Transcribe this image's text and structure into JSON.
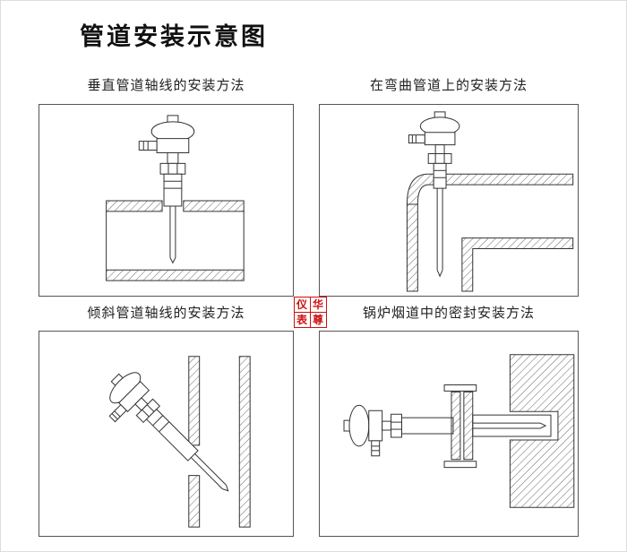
{
  "page": {
    "title": "管道安装示意图"
  },
  "panels": [
    {
      "caption": "垂直管道轴线的安装方法"
    },
    {
      "caption": "在弯曲管道上的安装方法"
    },
    {
      "caption": "倾斜管道轴线的安装方法"
    },
    {
      "caption": "锅炉烟道中的密封安装方法"
    }
  ],
  "watermark": {
    "chars": [
      "仪",
      "华",
      "表",
      "尊"
    ],
    "color": "#cc1111"
  }
}
